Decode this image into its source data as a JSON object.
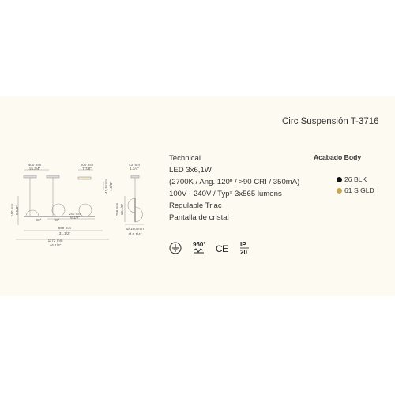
{
  "product": {
    "title": "Circ Suspensión T-3716"
  },
  "specs": [
    "Technical",
    "LED 3x6,1W",
    "(2700K / Ang. 120º / >90 CRI / 350mA)",
    "100V - 240V / Typ* 3x565 lumens",
    "Regulable Triac",
    "Pantalla de cristal"
  ],
  "finishes": {
    "title": "Acabado Body",
    "items": [
      {
        "code": "26 BLK",
        "color": "#111111"
      },
      {
        "code": "61 S GLD",
        "color": "#c8a84e"
      }
    ]
  },
  "dimensions": {
    "d400": "400 mm",
    "d400_in": "15.3/4\"",
    "d200": "200 mm",
    "d200_in": "7.7/8\"",
    "d43": "43 mm",
    "d43_in": "1.3/4\"",
    "d41": "41,5 mm",
    "d41_in": "1.5/8\"",
    "d140": "140 mm",
    "d140_in": "5.5/8\"",
    "d256": "256 mm",
    "d256_in": "10.1/8\"",
    "a90a": "90°",
    "a90b": "90°",
    "d240": "240 mm",
    "d240_in": "9.1/2\"",
    "d800": "800 mm",
    "d800_in": "31.1/2\"",
    "d1172": "1172 mm",
    "d1172_in": "46.1/8\"",
    "d160": "Ø 160 mm",
    "d160_in": "Ø 6.1/4\""
  },
  "certifications": {
    "temp": "960°",
    "ip_top": "IP",
    "ip_bottom": "20"
  },
  "icons": [
    "earth-ground-icon",
    "glow-wire-icon",
    "ce-mark-icon",
    "ip-rating-icon"
  ]
}
